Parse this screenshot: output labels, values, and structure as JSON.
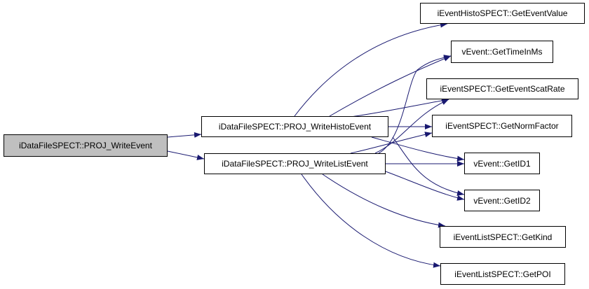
{
  "nodes": {
    "root": "iDataFileSPECT::PROJ_WriteEvent",
    "write_histo": "iDataFileSPECT::PROJ_WriteHistoEvent",
    "write_list": "iDataFileSPECT::PROJ_WriteListEvent",
    "get_event_value": "iEventHistoSPECT::GetEventValue",
    "get_time_in_ms": "vEvent::GetTimeInMs",
    "get_event_scat_rate": "iEventSPECT::GetEventScatRate",
    "get_norm_factor": "iEventSPECT::GetNormFactor",
    "get_id1": "vEvent::GetID1",
    "get_id2": "vEvent::GetID2",
    "get_kind": "iEventListSPECT::GetKind",
    "get_poi": "iEventListSPECT::GetPOI"
  },
  "edges": [
    {
      "from": "root",
      "to": "write_histo"
    },
    {
      "from": "root",
      "to": "write_list"
    },
    {
      "from": "write_histo",
      "to": "get_event_value"
    },
    {
      "from": "write_histo",
      "to": "get_time_in_ms"
    },
    {
      "from": "write_histo",
      "to": "get_event_scat_rate"
    },
    {
      "from": "write_histo",
      "to": "get_norm_factor"
    },
    {
      "from": "write_histo",
      "to": "get_id1"
    },
    {
      "from": "write_histo",
      "to": "get_id2"
    },
    {
      "from": "write_list",
      "to": "get_time_in_ms"
    },
    {
      "from": "write_list",
      "to": "get_event_scat_rate"
    },
    {
      "from": "write_list",
      "to": "get_norm_factor"
    },
    {
      "from": "write_list",
      "to": "get_id1"
    },
    {
      "from": "write_list",
      "to": "get_id2"
    },
    {
      "from": "write_list",
      "to": "get_kind"
    },
    {
      "from": "write_list",
      "to": "get_poi"
    }
  ],
  "colors": {
    "edge": "#191970",
    "root_fill": "#bfbfbf",
    "node_fill": "#ffffff",
    "node_border": "#000000"
  }
}
